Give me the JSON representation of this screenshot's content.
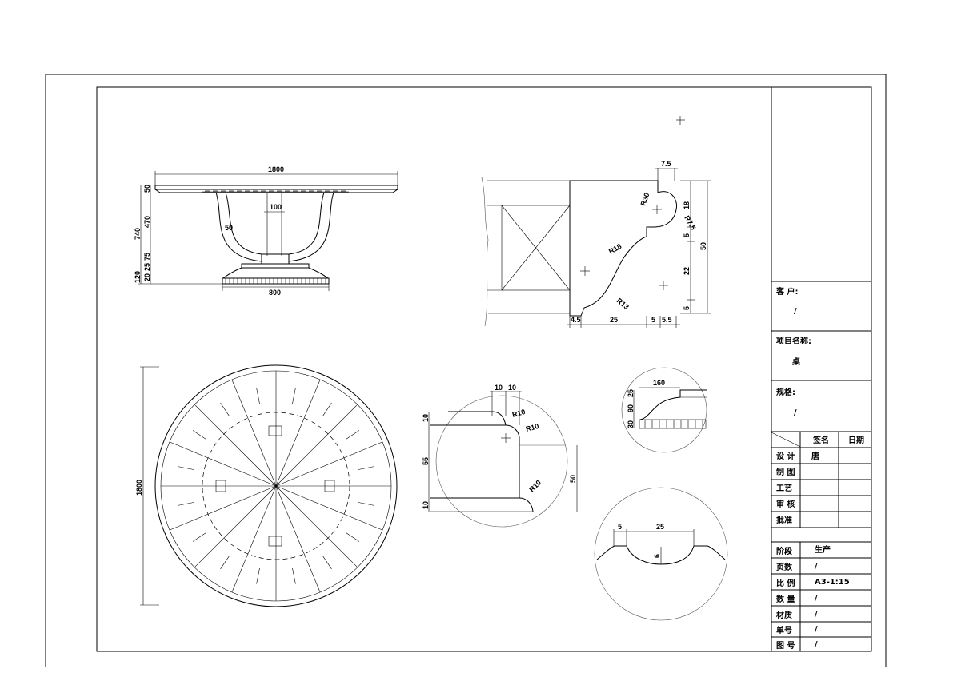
{
  "elevation": {
    "width_top": "1800",
    "top_thickness": "50",
    "total_height": "740",
    "leg_height": "470",
    "dim_75": "75",
    "dim_25": "25",
    "dim_20": "20",
    "base_height": "120",
    "stem_width": "100",
    "leg_width": "50",
    "base_width": "800"
  },
  "profile_section": {
    "top_offset": "7.5",
    "radius_30": "R30",
    "radius_7_5": "R7.5",
    "radius_18": "R18",
    "radius_13": "R13",
    "v_18": "18",
    "v_5a": "5",
    "v_22": "22",
    "v_5b": "5",
    "total": "50",
    "h_4_5": "4.5",
    "h_25": "25",
    "h_5": "5",
    "h_5_5": "5.5"
  },
  "plan": {
    "diameter": "1800"
  },
  "detail_corner": {
    "w1": "10",
    "w2": "10",
    "r1": "R10",
    "r2": "R10",
    "r3": "R10",
    "v_10a": "10",
    "v_55": "55",
    "v_10b": "10",
    "v_50": "50"
  },
  "detail_base": {
    "w": "160",
    "v_25": "25",
    "v_90": "90",
    "v_30": "30"
  },
  "detail_groove": {
    "w5": "5",
    "w25": "25",
    "depth": "6"
  },
  "title_block": {
    "client_label": "客 户:",
    "client_value": "/",
    "project_label": "项目名称:",
    "project_value": "桌",
    "spec_label": "规格:",
    "spec_value": "/",
    "sign_header": "签名",
    "date_header": "日期",
    "rows": [
      {
        "label": "设 计",
        "sign": "唐",
        "date": ""
      },
      {
        "label": "制 图",
        "sign": "",
        "date": ""
      },
      {
        "label": "工艺",
        "sign": "",
        "date": ""
      },
      {
        "label": "审 核",
        "sign": "",
        "date": ""
      },
      {
        "label": "批准",
        "sign": "",
        "date": ""
      }
    ],
    "info": [
      {
        "label": "阶段",
        "value": "生产"
      },
      {
        "label": "页数",
        "value": "/"
      },
      {
        "label": "比 例",
        "value": "A3-1:15"
      },
      {
        "label": "数 量",
        "value": "/"
      },
      {
        "label": "材质",
        "value": "/"
      },
      {
        "label": "单号",
        "value": "/"
      },
      {
        "label": "图 号",
        "value": "/"
      }
    ]
  }
}
